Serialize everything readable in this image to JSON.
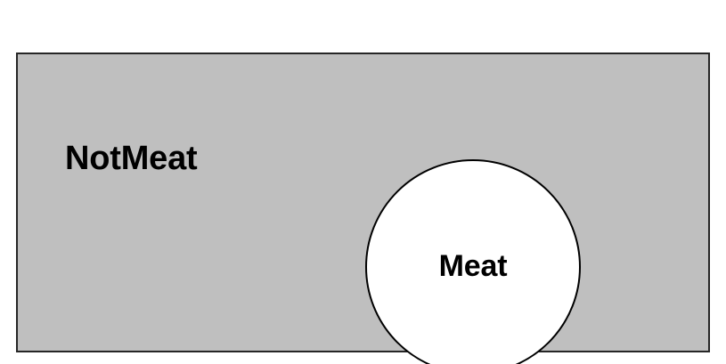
{
  "diagram": {
    "type": "euler-diagram",
    "title": null,
    "background_color": "#ffffff",
    "universe": {
      "label": "NotMeat",
      "shape": "rectangle",
      "fill_color": "#bfbfbf",
      "border_color": "#262626"
    },
    "subset": {
      "label": "Meat",
      "shape": "circle",
      "fill_color": "#ffffff",
      "border_color": "#000000"
    }
  }
}
